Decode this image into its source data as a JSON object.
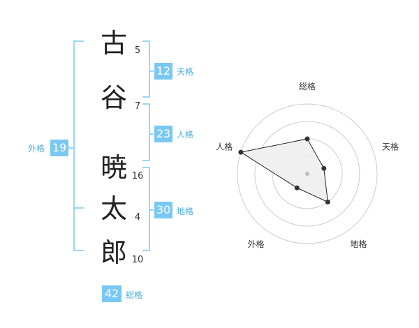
{
  "name_characters": [
    {
      "char": "古",
      "strokes": "5"
    },
    {
      "char": "谷",
      "strokes": "7"
    },
    {
      "char": "暁",
      "strokes": "16"
    },
    {
      "char": "太",
      "strokes": "4"
    },
    {
      "char": "郎",
      "strokes": "10"
    }
  ],
  "fortunes": {
    "tenkaku": {
      "value": "12",
      "label": "天格"
    },
    "jinkaku": {
      "value": "23",
      "label": "人格"
    },
    "chikaku": {
      "value": "30",
      "label": "地格"
    },
    "gaikaku": {
      "value": "19",
      "label": "外格"
    },
    "soukaku": {
      "value": "42",
      "label": "総格"
    }
  },
  "radar": {
    "axes": [
      "総格",
      "天格",
      "地格",
      "外格",
      "人格"
    ],
    "values": [
      2,
      1,
      2,
      1,
      4
    ],
    "max": 4,
    "rings": 4,
    "colors": {
      "ring": "#cccccc",
      "fill": "#eeeeee",
      "line": "#222222",
      "point": "#333333",
      "center": "#bbbbbb"
    }
  },
  "colors": {
    "accent": "#79c8f4",
    "accent_text": "#4aaee3",
    "bracket": "#79c8f4"
  }
}
